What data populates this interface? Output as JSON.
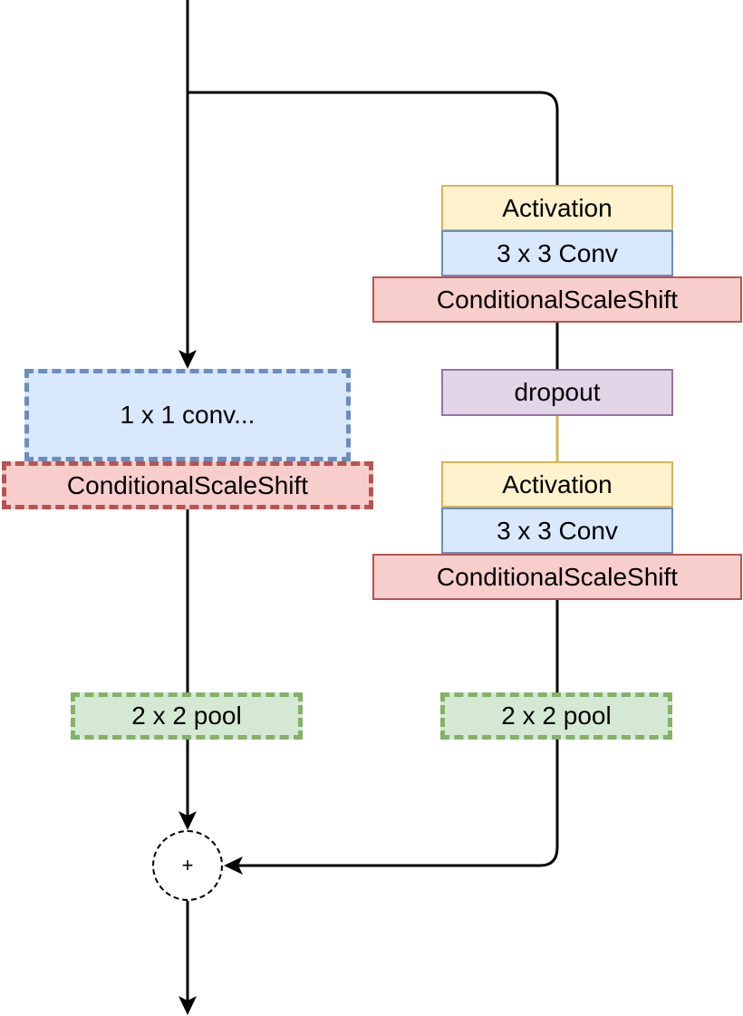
{
  "right_branch": {
    "block1": {
      "activation": "Activation",
      "conv": "3 x 3 Conv",
      "scale_shift": "ConditionalScaleShift"
    },
    "dropout": "dropout",
    "block2": {
      "activation": "Activation",
      "conv": "3 x 3 Conv",
      "scale_shift": "ConditionalScaleShift"
    },
    "pool": "2 x 2 pool"
  },
  "left_branch": {
    "conv": "1 x 1 conv...",
    "scale_shift": "ConditionalScaleShift",
    "pool": "2 x 2 pool"
  },
  "sum_node": "+",
  "colors": {
    "activation_fill": "#fff2cc",
    "activation_stroke": "#d6b656",
    "conv_fill": "#dae8fc",
    "conv_stroke": "#6c8ebf",
    "scale_shift_fill": "#f8cecc",
    "scale_shift_stroke": "#b85450",
    "dropout_fill": "#e1d5e7",
    "dropout_stroke": "#9673a6",
    "pool_fill": "#d5e8d4",
    "pool_stroke": "#82b366",
    "edge": "#000000",
    "edge_dropout": "#d6b656"
  }
}
